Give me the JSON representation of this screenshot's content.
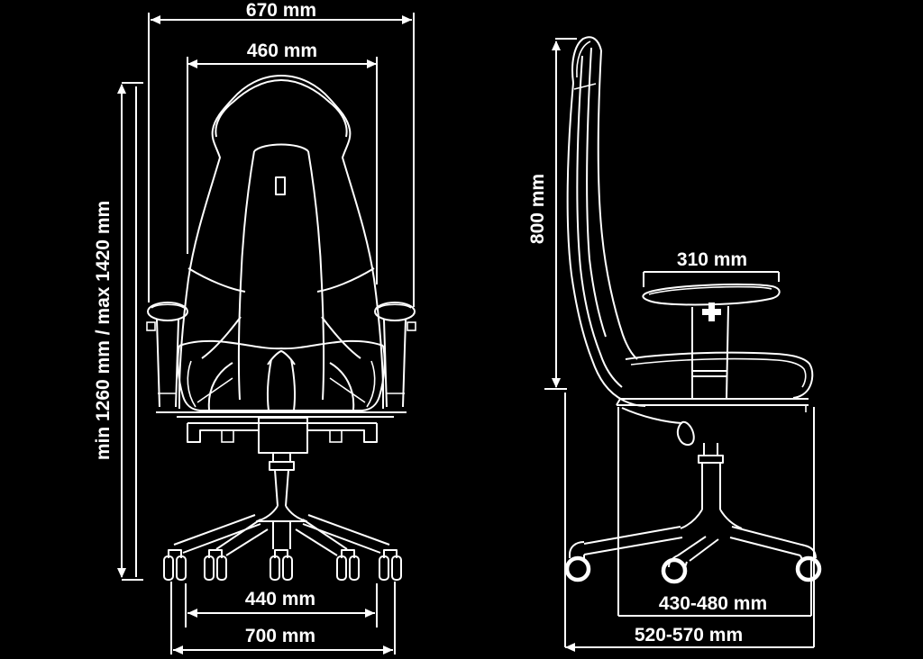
{
  "page": {
    "background_color": "#000000",
    "line_color": "#ffffff",
    "content": "ergonomic office chair dimension drawing, front view and side view"
  },
  "front_view": {
    "dimensions": {
      "overall_width": "670 mm",
      "backrest_width": "460 mm",
      "height_range": "min 1260 mm / max 1420 mm",
      "seat_width": "440 mm",
      "base_width": "700 mm"
    }
  },
  "side_view": {
    "dimensions": {
      "backrest_height": "800 mm",
      "armrest_length": "310 mm",
      "seat_depth_range": "430-480 mm",
      "base_depth_range": "520-570 mm"
    }
  }
}
